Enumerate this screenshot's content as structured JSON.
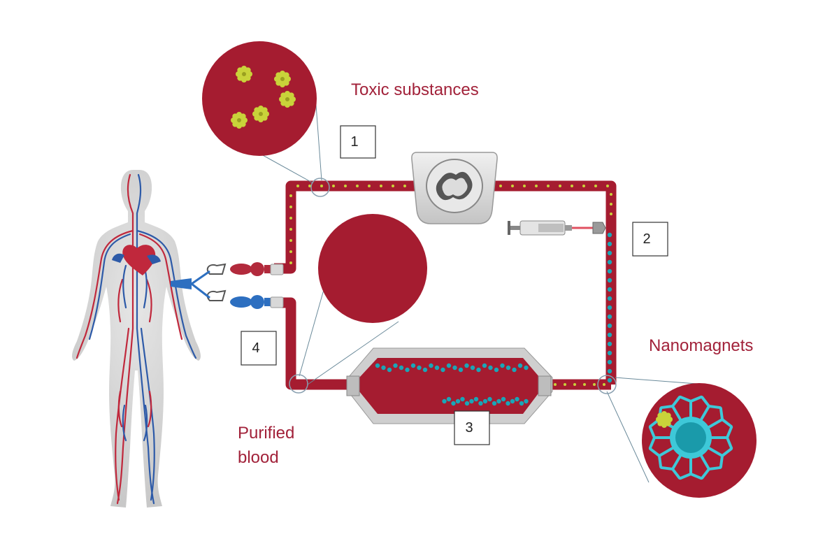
{
  "labels": {
    "toxic": "Toxic substances",
    "nanomagnets": "Nanomagnets",
    "purified_line1": "Purified",
    "purified_line2": "blood"
  },
  "steps": [
    "1",
    "2",
    "3",
    "4"
  ],
  "colors": {
    "blood": "#a51c30",
    "tube_dark": "#8d1528",
    "toxin": "#c9d33a",
    "nanomagnet": "#1aa6b7",
    "vein_blue": "#2d5aa8",
    "artery_red": "#c0283c",
    "body": "#d4d4d4",
    "device_grey": "#d0d0d0"
  }
}
